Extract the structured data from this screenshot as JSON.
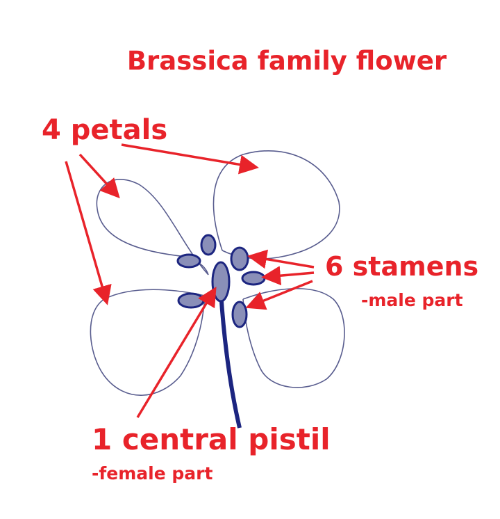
{
  "title": "Brassica family flower",
  "labels": {
    "petals": "4 petals",
    "stamens": "6 stamens",
    "stamens_note": "-male part",
    "pistil": "1 central pistil",
    "pistil_note": "-female part"
  },
  "colors": {
    "label": "#e8232a",
    "drawing": "#1c2580"
  }
}
